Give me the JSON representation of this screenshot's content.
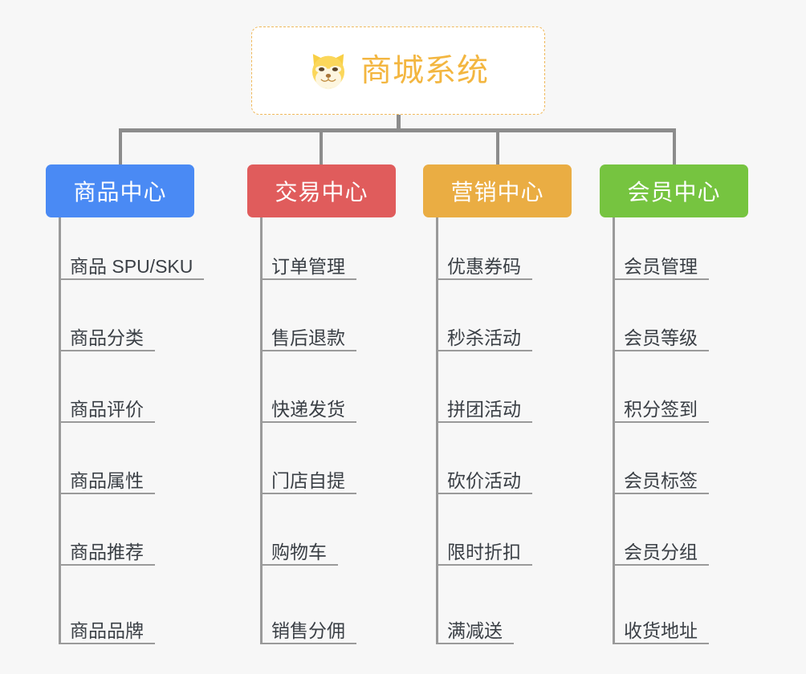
{
  "background_color": "#f7f7f7",
  "root": {
    "title": "商城系统",
    "icon": "shiba-dog-face-icon",
    "title_color": "#f3b640",
    "border_color": "#f0b95c",
    "fill_color": "#ffffff"
  },
  "connector_color": "#8c8c8c",
  "columns": [
    {
      "header": "商品中心",
      "color": "#4a8af4",
      "items": [
        "商品 SPU/SKU",
        "商品分类",
        "商品评价",
        "商品属性",
        "商品推荐",
        "商品品牌"
      ]
    },
    {
      "header": "交易中心",
      "color": "#e05c5c",
      "items": [
        "订单管理",
        "售后退款",
        "快递发货",
        "门店自提",
        "购物车",
        "销售分佣"
      ]
    },
    {
      "header": "营销中心",
      "color": "#eaad43",
      "items": [
        "优惠券码",
        "秒杀活动",
        "拼团活动",
        "砍价活动",
        "限时折扣",
        "满减送"
      ]
    },
    {
      "header": "会员中心",
      "color": "#76c440",
      "items": [
        "会员管理",
        "会员等级",
        "积分签到",
        "会员标签",
        "会员分组",
        "收货地址"
      ]
    }
  ]
}
